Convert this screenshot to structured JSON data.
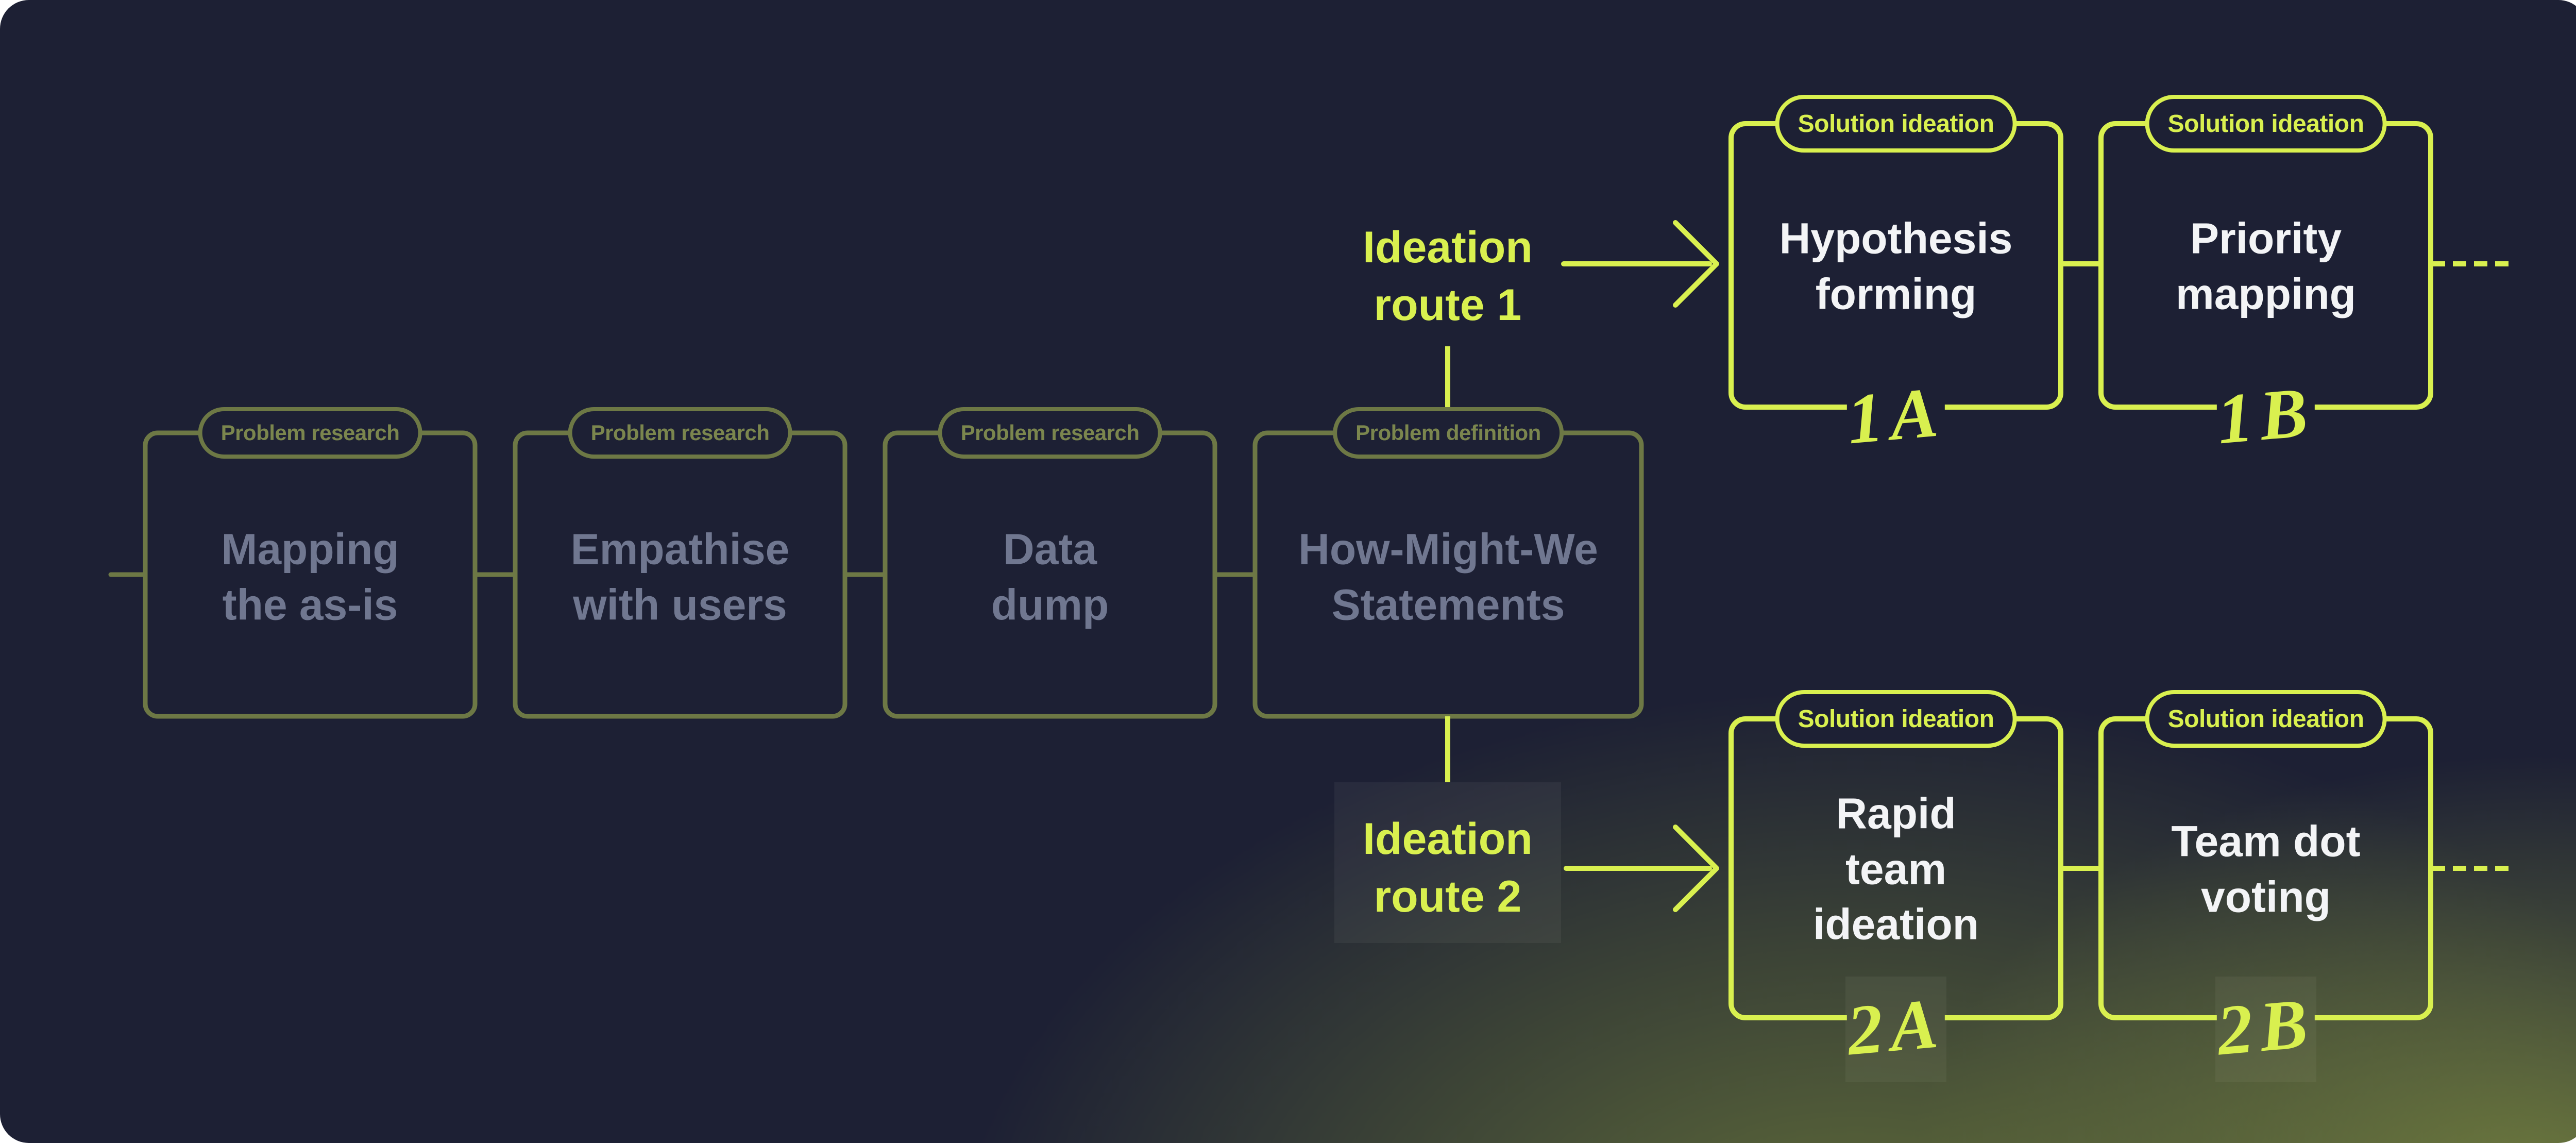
{
  "palette": {
    "background": "#1d2034",
    "accent_bright": "#d9f04f",
    "muted_line": "#6d7845",
    "muted_text": "#707790",
    "title_text": "#f3f4f6",
    "glow": "#57613c",
    "page_behind_corners": "#ffffff"
  },
  "flow": {
    "problem_stages": [
      {
        "tag": "Problem research",
        "title": "Mapping\nthe as-is"
      },
      {
        "tag": "Problem research",
        "title": "Empathise\nwith users"
      },
      {
        "tag": "Problem research",
        "title": "Data\ndump"
      },
      {
        "tag": "Problem definition",
        "title": "How-Might-We\nStatements"
      }
    ],
    "routes": [
      {
        "label": "Ideation\nroute 1"
      },
      {
        "label": "Ideation\nroute 2"
      }
    ],
    "solution_stages": [
      {
        "tag": "Solution ideation",
        "title": "Hypothesis\nforming",
        "code": "1A"
      },
      {
        "tag": "Solution ideation",
        "title": "Priority\nmapping",
        "code": "1B"
      },
      {
        "tag": "Solution ideation",
        "title": "Rapid\nteam\nideation",
        "code": "2A"
      },
      {
        "tag": "Solution ideation",
        "title": "Team dot\nvoting",
        "code": "2B"
      }
    ]
  }
}
